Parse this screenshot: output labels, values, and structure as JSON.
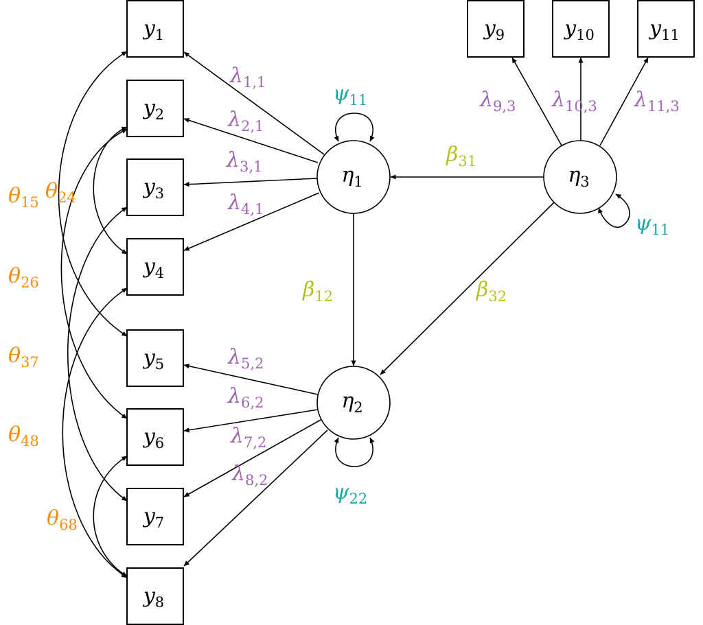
{
  "title": "Structural equation model path diagram",
  "colors": {
    "loading": "#a066b0",
    "regression": "#b4c31b",
    "variance": "#1aa7a7",
    "covariance": "#f0900a",
    "stroke": "#000000"
  },
  "observed": [
    {
      "id": "y1",
      "base": "y",
      "sub": "1"
    },
    {
      "id": "y2",
      "base": "y",
      "sub": "2"
    },
    {
      "id": "y3",
      "base": "y",
      "sub": "3"
    },
    {
      "id": "y4",
      "base": "y",
      "sub": "4"
    },
    {
      "id": "y5",
      "base": "y",
      "sub": "5"
    },
    {
      "id": "y6",
      "base": "y",
      "sub": "6"
    },
    {
      "id": "y7",
      "base": "y",
      "sub": "7"
    },
    {
      "id": "y8",
      "base": "y",
      "sub": "8"
    },
    {
      "id": "y9",
      "base": "y",
      "sub": "9"
    },
    {
      "id": "y10",
      "base": "y",
      "sub": "10"
    },
    {
      "id": "y11",
      "base": "y",
      "sub": "11"
    }
  ],
  "latent": [
    {
      "id": "eta1",
      "base": "η",
      "sub": "1"
    },
    {
      "id": "eta2",
      "base": "η",
      "sub": "2"
    },
    {
      "id": "eta3",
      "base": "η",
      "sub": "3"
    }
  ],
  "loadings": [
    {
      "from": "eta1",
      "to": "y1",
      "base": "λ",
      "sub": "1,1"
    },
    {
      "from": "eta1",
      "to": "y2",
      "base": "λ",
      "sub": "2,1"
    },
    {
      "from": "eta1",
      "to": "y3",
      "base": "λ",
      "sub": "3,1"
    },
    {
      "from": "eta1",
      "to": "y4",
      "base": "λ",
      "sub": "4,1"
    },
    {
      "from": "eta2",
      "to": "y5",
      "base": "λ",
      "sub": "5,2"
    },
    {
      "from": "eta2",
      "to": "y6",
      "base": "λ",
      "sub": "6,2"
    },
    {
      "from": "eta2",
      "to": "y7",
      "base": "λ",
      "sub": "7,2"
    },
    {
      "from": "eta2",
      "to": "y8",
      "base": "λ",
      "sub": "8,2"
    },
    {
      "from": "eta3",
      "to": "y9",
      "base": "λ",
      "sub": "9,3"
    },
    {
      "from": "eta3",
      "to": "y10",
      "base": "λ",
      "sub": "10,3"
    },
    {
      "from": "eta3",
      "to": "y11",
      "base": "λ",
      "sub": "11,3"
    }
  ],
  "regressions": [
    {
      "from": "eta3",
      "to": "eta1",
      "base": "β",
      "sub": "31"
    },
    {
      "from": "eta1",
      "to": "eta2",
      "base": "β",
      "sub": "12"
    },
    {
      "from": "eta3",
      "to": "eta2",
      "base": "β",
      "sub": "32"
    }
  ],
  "variances": [
    {
      "node": "eta1",
      "base": "ψ",
      "sub": "11"
    },
    {
      "node": "eta2",
      "base": "ψ",
      "sub": "22"
    },
    {
      "node": "eta3",
      "base": "ψ",
      "sub": "11"
    }
  ],
  "covariances": [
    {
      "a": "y1",
      "b": "y5",
      "base": "θ",
      "sub": "15"
    },
    {
      "a": "y2",
      "b": "y4",
      "base": "θ",
      "sub": "24"
    },
    {
      "a": "y2",
      "b": "y6",
      "base": "θ",
      "sub": "26"
    },
    {
      "a": "y3",
      "b": "y7",
      "base": "θ",
      "sub": "37"
    },
    {
      "a": "y4",
      "b": "y8",
      "base": "θ",
      "sub": "48"
    },
    {
      "a": "y6",
      "b": "y8",
      "base": "θ",
      "sub": "68"
    }
  ]
}
